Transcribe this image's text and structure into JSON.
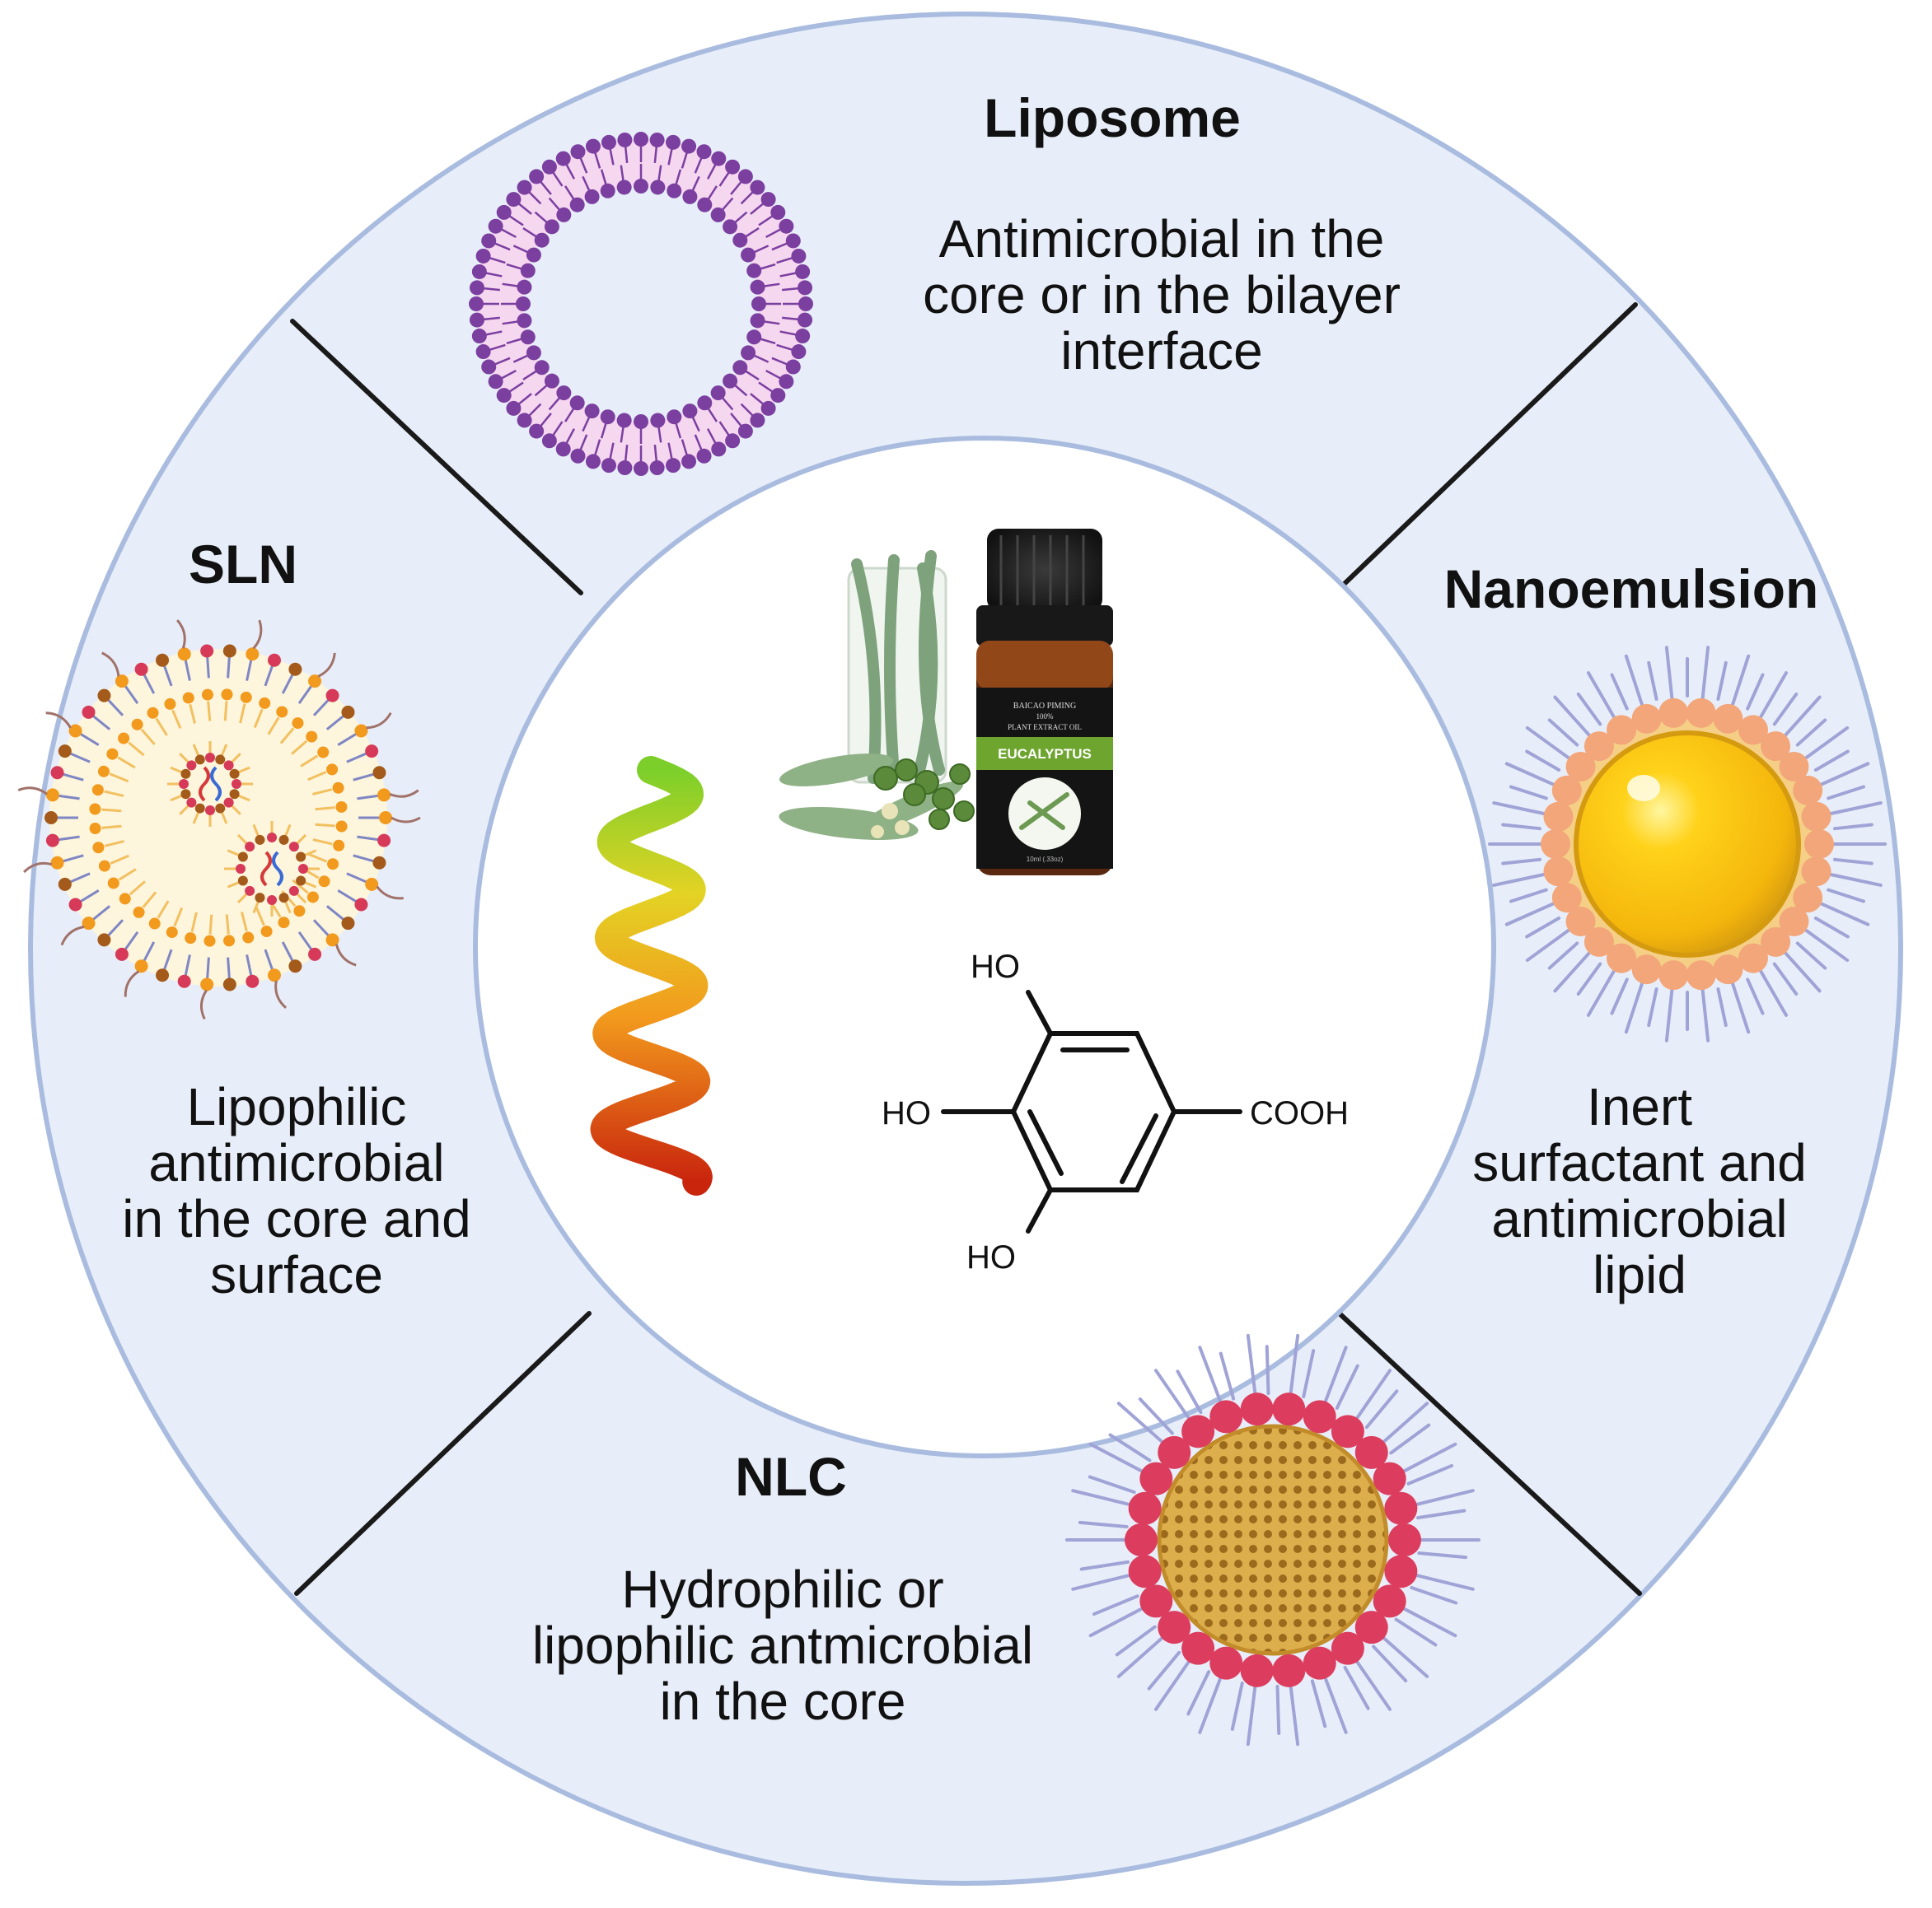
{
  "sections": {
    "liposome": {
      "title": "Liposome",
      "desc": [
        "Antimicrobial in the",
        "core or in the bilayer",
        "interface"
      ]
    },
    "sln": {
      "title": "SLN",
      "desc": [
        "Lipophilic",
        "antimicrobial",
        "in the core and",
        "surface"
      ]
    },
    "nanoemulsion": {
      "title": "Nanoemulsion",
      "desc": [
        "Inert",
        "surfactant and",
        "antimicrobial",
        "lipid"
      ]
    },
    "nlc": {
      "title": "NLC",
      "desc": [
        "Hydrophilic or",
        "lipophilic antmicrobial",
        "in the core"
      ]
    }
  },
  "center": {
    "bottle": {
      "line1": "BAICAO PIMING",
      "line2": "100%",
      "line3": "PLANT EXTRACT OIL",
      "band": "EUCALYPTUS",
      "volume": "10ml (.33oz)"
    },
    "molecule": {
      "ho_top": "HO",
      "ho_mid": "HO",
      "ho_bottom": "HO",
      "cooh": "COOH"
    }
  },
  "colors": {
    "ring": "#e8eef9",
    "ring_border": "#a9bcdf",
    "divider": "#1a1a1a",
    "liposome_head": "#7b3fa0",
    "liposome_fill": "#f5d7f0",
    "nlc_head": "#dc3d5e",
    "nlc_core": "#d9a53a",
    "tail": "#9fa3d6"
  }
}
